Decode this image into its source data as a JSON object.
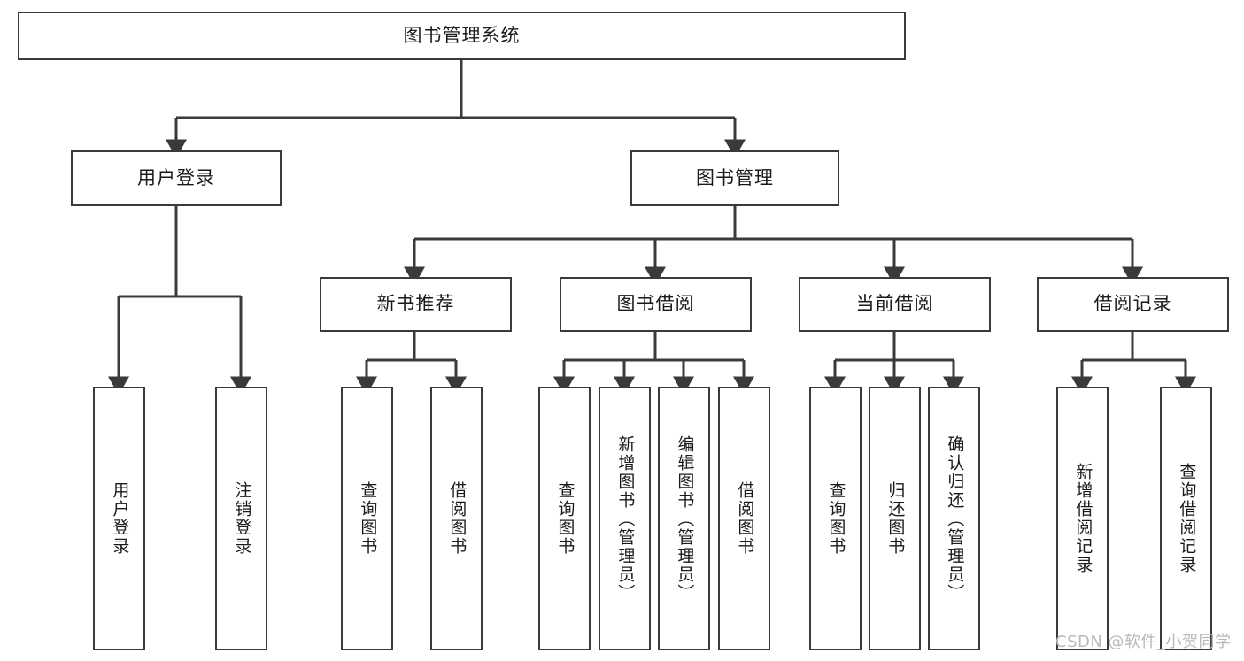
{
  "diagram": {
    "type": "tree-hierarchy",
    "title": "图书管理系统",
    "root": {
      "id": "root",
      "label": "图书管理系统",
      "orientation": "horizontal"
    },
    "level2": [
      {
        "id": "user-login",
        "label": "用户登录",
        "orientation": "horizontal"
      },
      {
        "id": "book-manage",
        "label": "图书管理",
        "orientation": "horizontal"
      }
    ],
    "level3": [
      {
        "id": "new-book-recommend",
        "label": "新书推荐",
        "orientation": "horizontal",
        "parent": "book-manage"
      },
      {
        "id": "book-borrow",
        "label": "图书借阅",
        "orientation": "horizontal",
        "parent": "book-manage"
      },
      {
        "id": "current-borrow",
        "label": "当前借阅",
        "orientation": "horizontal",
        "parent": "book-manage"
      },
      {
        "id": "borrow-record",
        "label": "借阅记录",
        "orientation": "horizontal",
        "parent": "book-manage"
      }
    ],
    "leaves": [
      {
        "id": "leaf-user-login",
        "label": "用户登录",
        "parent": "user-login"
      },
      {
        "id": "leaf-logout",
        "label": "注销登录",
        "parent": "user-login"
      },
      {
        "id": "leaf-query-book-1",
        "label": "查询图书",
        "parent": "new-book-recommend"
      },
      {
        "id": "leaf-borrow-book-1",
        "label": "借阅图书",
        "parent": "new-book-recommend"
      },
      {
        "id": "leaf-query-book-2",
        "label": "查询图书",
        "parent": "book-borrow"
      },
      {
        "id": "leaf-add-book",
        "label": "新增图书（管理员）",
        "parent": "book-borrow"
      },
      {
        "id": "leaf-edit-book",
        "label": "编辑图书（管理员）",
        "parent": "book-borrow"
      },
      {
        "id": "leaf-borrow-book-2",
        "label": "借阅图书",
        "parent": "book-borrow"
      },
      {
        "id": "leaf-query-book-3",
        "label": "查询图书",
        "parent": "current-borrow"
      },
      {
        "id": "leaf-return-book",
        "label": "归还图书",
        "parent": "current-borrow"
      },
      {
        "id": "leaf-confirm-return",
        "label": "确认归还（管理员）",
        "parent": "current-borrow"
      },
      {
        "id": "leaf-add-record",
        "label": "新增借阅记录",
        "parent": "borrow-record"
      },
      {
        "id": "leaf-query-record",
        "label": "查询借阅记录",
        "parent": "borrow-record"
      }
    ],
    "colors": {
      "stroke": "#3a3a3a",
      "fill": "#ffffff",
      "text": "#1a1a1a",
      "watermark": "#b9b9b9"
    }
  },
  "watermark": {
    "text": "CSDN @软件_小贺同学"
  }
}
